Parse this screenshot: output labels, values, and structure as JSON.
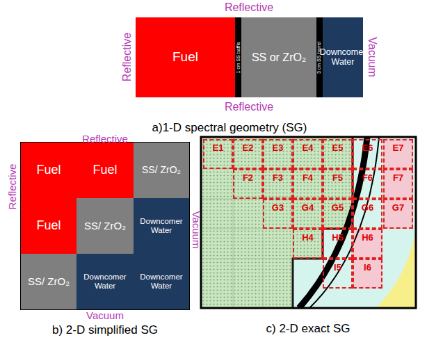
{
  "diagram": {
    "nodes": [
      {
        "text": [
          "Fuel"
        ]
      },
      {
        "text": [
          "1 cm SS baffle"
        ]
      },
      {
        "text": [
          "SS or ZrO₂"
        ]
      },
      {
        "text": [
          "3 cm SS barrel"
        ]
      },
      {
        "text": [
          "Downcomer Water"
        ]
      },
      {
        "text": [
          "Fuel"
        ]
      },
      {
        "text": [
          "Fuel"
        ]
      },
      {
        "text": [
          "SS/ ZrO₂"
        ]
      },
      {
        "text": [
          "Fuel"
        ]
      },
      {
        "text": [
          "SS/ ZrO₂"
        ]
      },
      {
        "text": [
          "Downcomer Water"
        ]
      },
      {
        "text": [
          "SS/ ZrO₂"
        ]
      },
      {
        "text": [
          "Downcomer Water"
        ]
      },
      {
        "text": [
          "Downcomer Water"
        ]
      },
      {
        "text": [
          "E1"
        ]
      },
      {
        "text": [
          "E2"
        ]
      },
      {
        "text": [
          "E3"
        ]
      },
      {
        "text": [
          "E4"
        ]
      },
      {
        "text": [
          "E5"
        ]
      },
      {
        "text": [
          "E6"
        ]
      },
      {
        "text": [
          "E7"
        ]
      },
      {
        "text": [
          "F2"
        ]
      },
      {
        "text": [
          "F3"
        ]
      },
      {
        "text": [
          "F4"
        ]
      },
      {
        "text": [
          "F5"
        ]
      },
      {
        "text": [
          "F6"
        ]
      },
      {
        "text": [
          "F7"
        ]
      },
      {
        "text": [
          "G3"
        ]
      },
      {
        "text": [
          "G4"
        ]
      },
      {
        "text": [
          "G5"
        ]
      },
      {
        "text": [
          "G6"
        ]
      },
      {
        "text": [
          "G7"
        ]
      },
      {
        "text": [
          "H4"
        ]
      },
      {
        "text": [
          "H5"
        ]
      },
      {
        "text": [
          "H6"
        ]
      },
      {
        "text": [
          "I5"
        ]
      },
      {
        "text": [
          "I6"
        ]
      }
    ],
    "labels": [
      "Reflective",
      "Reflective",
      "Vacuum",
      "Reflective",
      "a)1-D spectral geometry  (SG)",
      "Reflective",
      "Reflective",
      "Vacuum",
      "Vacuum",
      "b) 2-D simplified SG",
      "c) 2-D exact SG"
    ]
  }
}
